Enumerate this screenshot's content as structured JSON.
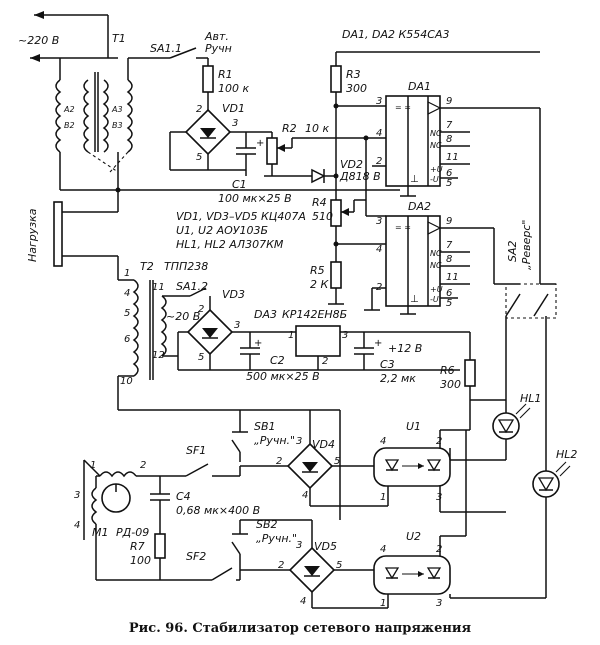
{
  "caption": "Рис. 96. Стабилизатор сетевого напряжения",
  "mains": "~220 В",
  "load": "Нагрузка",
  "t1": {
    "ref": "T1",
    "a2": "A2",
    "a3": "A3",
    "b2": "B2",
    "b3": "B3"
  },
  "sa1": {
    "ref": "SA1.1",
    "auto": "Авт.",
    "manual": "Ручн",
    "ref2": "SA1.2"
  },
  "r1": {
    "ref": "R1",
    "value": "100 к"
  },
  "vd1": {
    "ref": "VD1",
    "p2": "2",
    "p3": "3",
    "p5": "5"
  },
  "c1": {
    "ref": "C1",
    "value": "100 мк×25 В"
  },
  "r2": {
    "ref": "R2",
    "value": "10 к"
  },
  "vd2": {
    "ref": "VD2",
    "type": "Д818 В"
  },
  "r3": {
    "ref": "R3",
    "value": "300"
  },
  "r4": {
    "ref": "R4",
    "value": "510"
  },
  "r5": {
    "ref": "R5",
    "value": "2 К"
  },
  "da": {
    "header": "DA1, DA2 К554СА3",
    "da1": "DA1",
    "da2": "DA2",
    "nc": "NC",
    "plus_u": "+U",
    "minus_u": "-U",
    "eq": "= ="
  },
  "pins": {
    "p1": "1",
    "p2": "2",
    "p3": "3",
    "p4": "4",
    "p5": "5",
    "p6": "6",
    "p7": "7",
    "p8": "8",
    "p9": "9",
    "p10": "10",
    "p11": "11",
    "p12": "12"
  },
  "parts_list": [
    "VD1, VD3–VD5 КЦ407А",
    "U1, U2 АОУ103Б",
    "HL1, HL2 АЛ307КМ"
  ],
  "t2": {
    "ref": "T2",
    "type": "ТПП238",
    "sec_v": "~20 В"
  },
  "vd3": {
    "ref": "VD3"
  },
  "da3": {
    "ref": "DA3",
    "type": "КР142ЕН8Б",
    "out": "+12 В"
  },
  "c2": {
    "ref": "C2",
    "value": "500 мк×25 В"
  },
  "c3": {
    "ref": "C3",
    "value": "2,2 мк"
  },
  "r6": {
    "ref": "R6",
    "value": "300"
  },
  "sa2": {
    "ref": "SA2",
    "label": "„Реверс\""
  },
  "hl1": {
    "ref": "HL1"
  },
  "hl2": {
    "ref": "HL2"
  },
  "sb1": {
    "ref": "SB1",
    "label": "„Ручн.\""
  },
  "sb2": {
    "ref": "SB2",
    "label": "„Ручн.\""
  },
  "sf1": {
    "ref": "SF1"
  },
  "sf2": {
    "ref": "SF2"
  },
  "vd4": {
    "ref": "VD4"
  },
  "vd5": {
    "ref": "VD5"
  },
  "u1": {
    "ref": "U1"
  },
  "u2": {
    "ref": "U2"
  },
  "c4": {
    "ref": "C4",
    "value": "0,68 мк×400 В"
  },
  "r7": {
    "ref": "R7",
    "value": "100"
  },
  "m1": {
    "ref": "M1",
    "type": "РД-09"
  }
}
